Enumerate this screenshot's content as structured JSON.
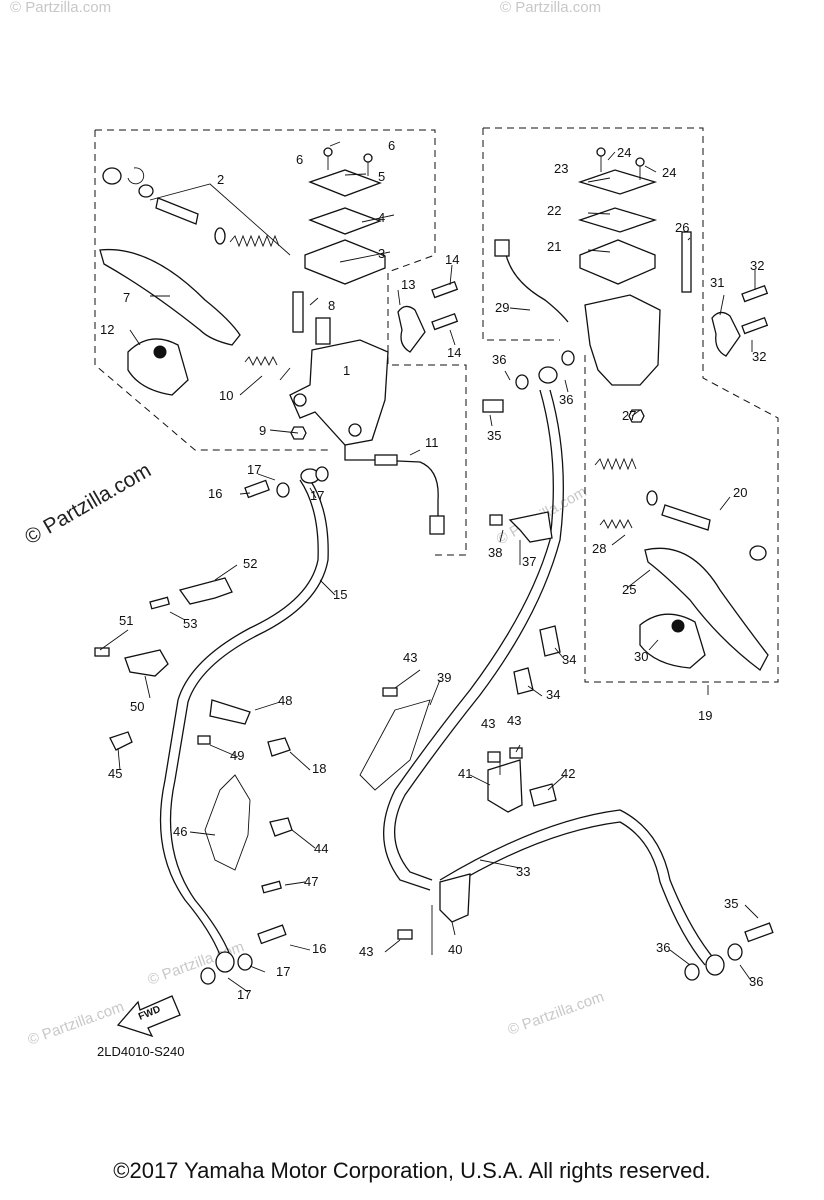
{
  "watermark": {
    "text": "© Partzilla.com"
  },
  "drawing_code": "2LD4010-S240",
  "fwd_label": "FWD",
  "copyright": "©2017 Yamaha Motor Corporation, U.S.A. All rights reserved.",
  "callouts": [
    {
      "text": "1"
    },
    {
      "text": "2"
    },
    {
      "text": "3"
    },
    {
      "text": "4"
    },
    {
      "text": "5"
    },
    {
      "text": "6"
    },
    {
      "text": "6"
    },
    {
      "text": "7"
    },
    {
      "text": "8"
    },
    {
      "text": "9"
    },
    {
      "text": "10"
    },
    {
      "text": "11"
    },
    {
      "text": "12"
    },
    {
      "text": "13"
    },
    {
      "text": "14"
    },
    {
      "text": "14"
    },
    {
      "text": "15"
    },
    {
      "text": "16"
    },
    {
      "text": "16"
    },
    {
      "text": "17"
    },
    {
      "text": "17"
    },
    {
      "text": "17"
    },
    {
      "text": "17"
    },
    {
      "text": "18"
    },
    {
      "text": "19"
    },
    {
      "text": "20"
    },
    {
      "text": "21"
    },
    {
      "text": "22"
    },
    {
      "text": "23"
    },
    {
      "text": "24"
    },
    {
      "text": "24"
    },
    {
      "text": "25"
    },
    {
      "text": "26"
    },
    {
      "text": "27"
    },
    {
      "text": "28"
    },
    {
      "text": "29"
    },
    {
      "text": "30"
    },
    {
      "text": "31"
    },
    {
      "text": "32"
    },
    {
      "text": "32"
    },
    {
      "text": "33"
    },
    {
      "text": "34"
    },
    {
      "text": "34"
    },
    {
      "text": "35"
    },
    {
      "text": "35"
    },
    {
      "text": "36"
    },
    {
      "text": "36"
    },
    {
      "text": "36"
    },
    {
      "text": "36"
    },
    {
      "text": "37"
    },
    {
      "text": "38"
    },
    {
      "text": "39"
    },
    {
      "text": "40"
    },
    {
      "text": "41"
    },
    {
      "text": "42"
    },
    {
      "text": "43"
    },
    {
      "text": "43"
    },
    {
      "text": "43"
    },
    {
      "text": "43"
    },
    {
      "text": "44"
    },
    {
      "text": "45"
    },
    {
      "text": "46"
    },
    {
      "text": "47"
    },
    {
      "text": "48"
    },
    {
      "text": "49"
    },
    {
      "text": "50"
    },
    {
      "text": "51"
    },
    {
      "text": "52"
    },
    {
      "text": "53"
    }
  ]
}
